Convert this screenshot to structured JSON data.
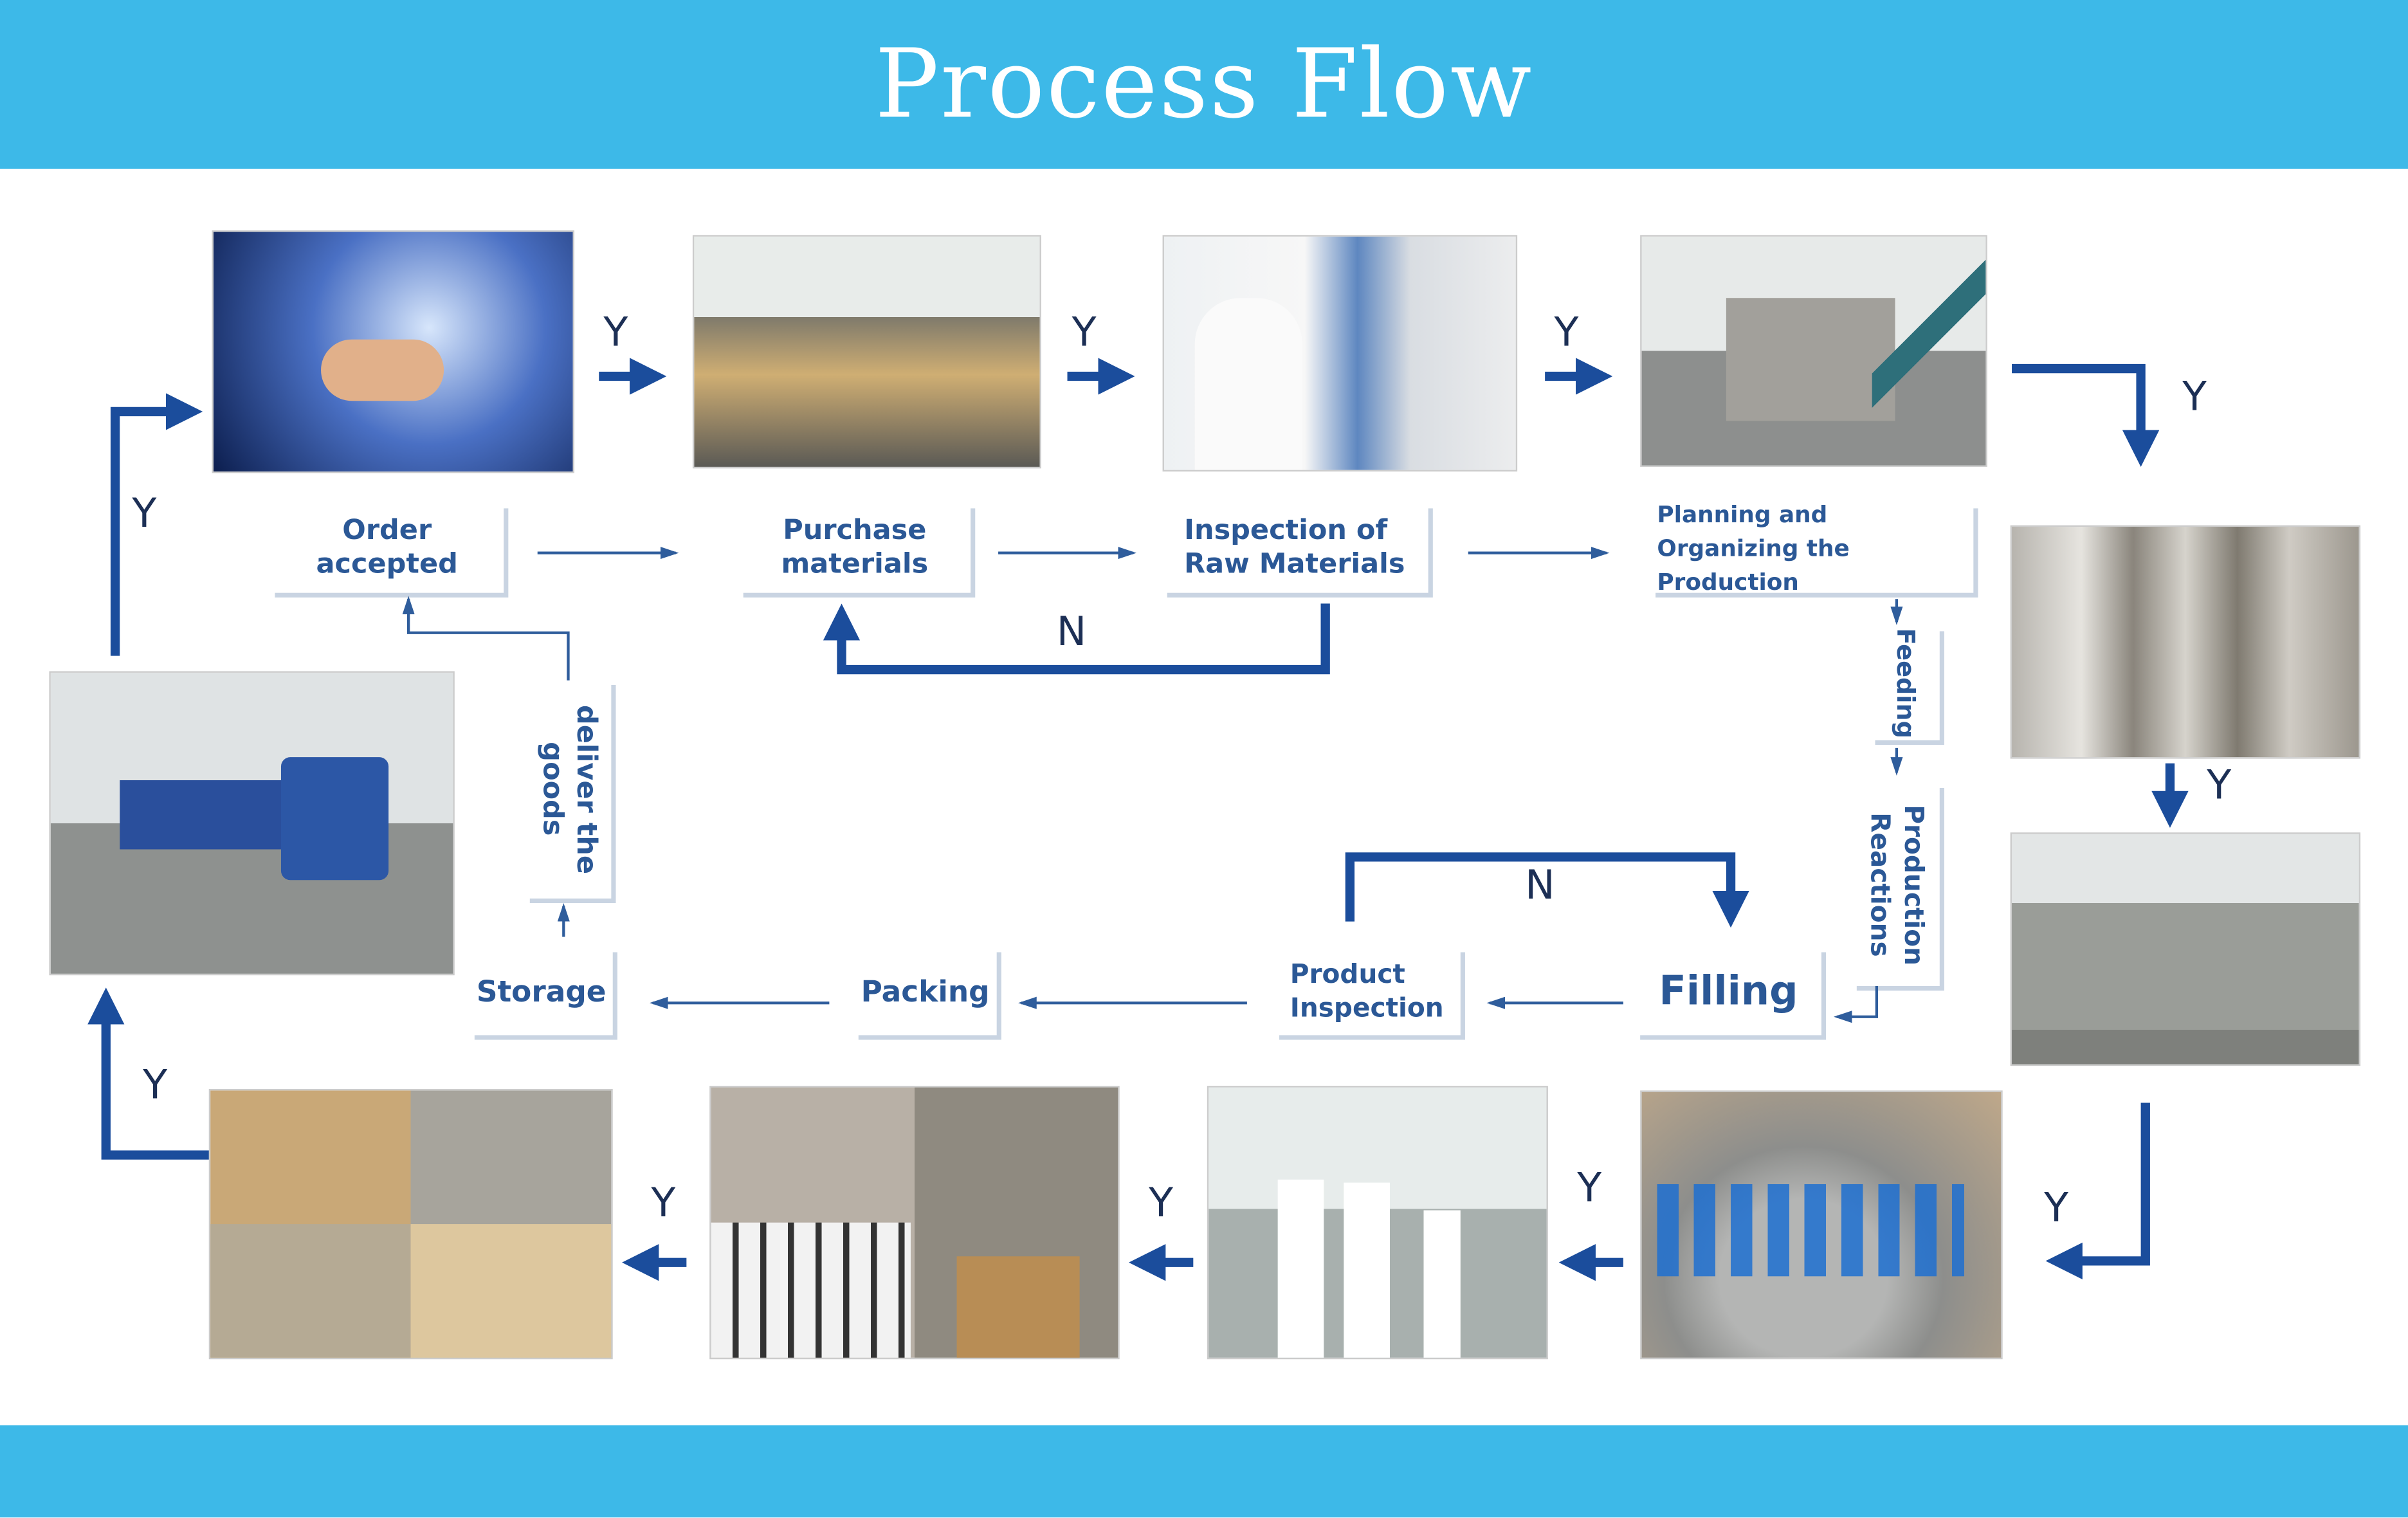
{
  "header": {
    "title": "Process Flow"
  },
  "colors": {
    "banner": "#3db9e8",
    "arrow": "#1b4d9c",
    "text": "#2b5896"
  },
  "steps": {
    "order": "Order accepted",
    "purchase": "Purchase materials",
    "inspection_raw": "Inspection of Raw Materials",
    "planning": "Planning and Organizing the Production",
    "feeding": "Feeding",
    "reactions": "Production Reactions",
    "filling": "Filling",
    "product_inspection": "Product Inspection",
    "packing": "Packing",
    "storage": "Storage",
    "deliver": "deliver the goods"
  },
  "labels": {
    "yes": "Y",
    "no": "N"
  },
  "photos": [
    "handshake",
    "warehouse-materials",
    "raw-material-inspection",
    "production-machine",
    "reaction-tanks",
    "filling-machine",
    "bottle-filling-line",
    "quality-lab",
    "packing",
    "storage-warehouse",
    "delivery-truck"
  ]
}
